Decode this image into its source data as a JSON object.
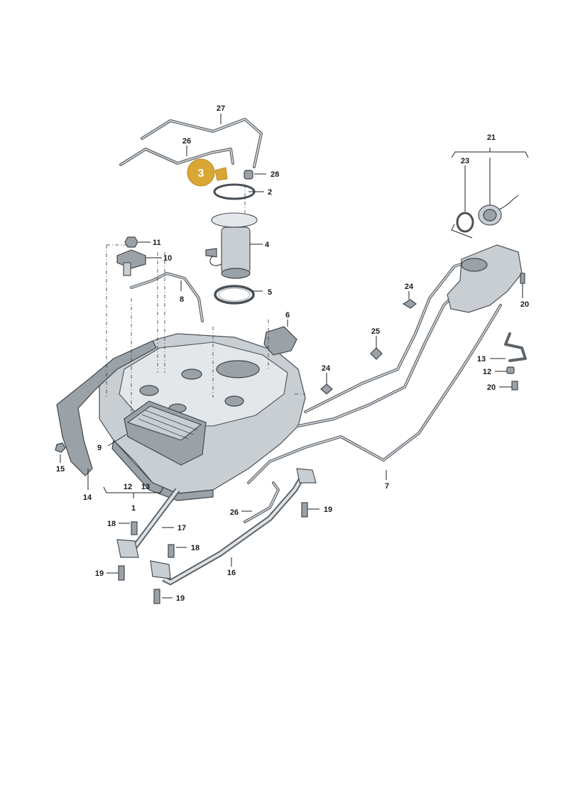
{
  "diagram": {
    "highlighted_part": "3",
    "colors": {
      "highlight": "#d9a734",
      "metal": "#c9ced2",
      "outline": "#4a5056",
      "label": "#1a1a1a"
    },
    "callouts": [
      {
        "id": "c27",
        "text": "27"
      },
      {
        "id": "c26a",
        "text": "26"
      },
      {
        "id": "c28",
        "text": "28"
      },
      {
        "id": "c2",
        "text": "2"
      },
      {
        "id": "c21",
        "text": "21"
      },
      {
        "id": "c23",
        "text": "23"
      },
      {
        "id": "c11",
        "text": "11"
      },
      {
        "id": "c10",
        "text": "10"
      },
      {
        "id": "c4",
        "text": "4"
      },
      {
        "id": "c8",
        "text": "8"
      },
      {
        "id": "c5",
        "text": "5"
      },
      {
        "id": "c24a",
        "text": "24"
      },
      {
        "id": "c20a",
        "text": "20"
      },
      {
        "id": "c6",
        "text": "6"
      },
      {
        "id": "c25",
        "text": "25"
      },
      {
        "id": "c13a",
        "text": "13"
      },
      {
        "id": "c12a",
        "text": "12"
      },
      {
        "id": "c24b",
        "text": "24"
      },
      {
        "id": "c20b",
        "text": "20"
      },
      {
        "id": "c9",
        "text": "9"
      },
      {
        "id": "c15",
        "text": "15"
      },
      {
        "id": "c7",
        "text": "7"
      },
      {
        "id": "c14",
        "text": "14"
      },
      {
        "id": "c12b",
        "text": "12"
      },
      {
        "id": "c13b",
        "text": "13"
      },
      {
        "id": "c1",
        "text": "1"
      },
      {
        "id": "c26b",
        "text": "26"
      },
      {
        "id": "c19a",
        "text": "19"
      },
      {
        "id": "c18a",
        "text": "18"
      },
      {
        "id": "c17",
        "text": "17"
      },
      {
        "id": "c18b",
        "text": "18"
      },
      {
        "id": "c19b",
        "text": "19"
      },
      {
        "id": "c16",
        "text": "16"
      },
      {
        "id": "c19c",
        "text": "19"
      }
    ]
  }
}
